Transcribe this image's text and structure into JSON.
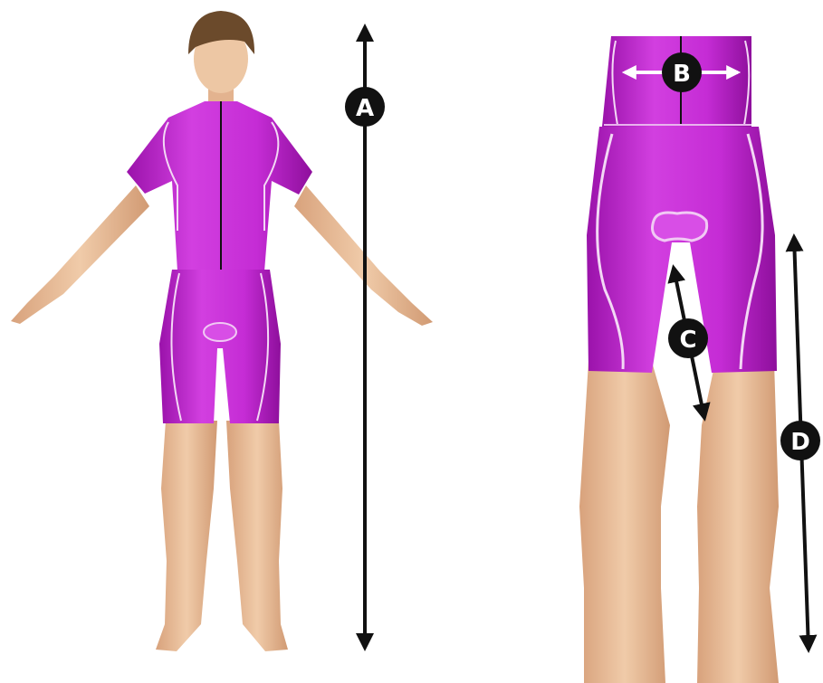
{
  "colors": {
    "garment": "#c321d2",
    "garment_dark": "#8a0f96",
    "garment_light": "#e25cf0",
    "piping": "#f0d6f2",
    "skin": "#e9c09d",
    "skin_shadow": "#c9926c",
    "hair": "#6b4a2b",
    "marker": "#111111",
    "marker_text": "#ffffff"
  },
  "measurements": [
    {
      "id": "A",
      "label": "A"
    },
    {
      "id": "B",
      "label": "B"
    },
    {
      "id": "C",
      "label": "C"
    },
    {
      "id": "D",
      "label": "D"
    }
  ]
}
